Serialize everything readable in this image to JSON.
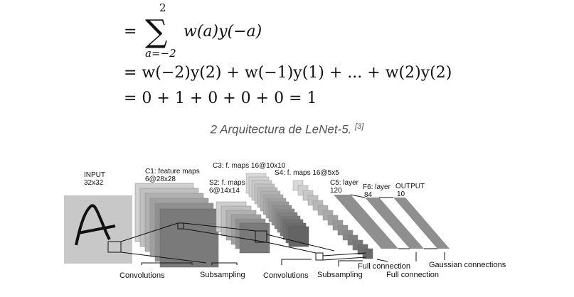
{
  "equation": {
    "line1_prefix": "=",
    "sum_upper": "2",
    "sum_lower": "a=−2",
    "line1_term": "w(a)y(−a)",
    "line2": "= w(−2)y(2) + w(−1)y(1) + ... + w(2)y(2)",
    "line3": "= 0 + 1 + 0 + 0 + 0 = 1"
  },
  "caption": {
    "text": "2 Arquitectura de LeNet-5.",
    "ref": "[3]"
  },
  "diagram": {
    "labels": {
      "input_1": "INPUT",
      "input_2": "32x32",
      "c1_1": "C1: feature maps",
      "c1_2": "6@28x28",
      "s2_1": "S2: f. maps",
      "s2_2": "6@14x14",
      "c3": "C3: f. maps 16@10x10",
      "s4": "S4: f. maps 16@5x5",
      "c5_1": "C5: layer",
      "c5_2": "120",
      "f6_1": "F6: layer",
      "f6_2": "84",
      "out_1": "OUTPUT",
      "out_2": "10"
    },
    "bottom_labels": {
      "conv1": "Convolutions",
      "sub1": "Subsampling",
      "conv2": "Convolutions",
      "sub2": "Subsampling",
      "full1": "Full connection",
      "full2": "Full connection",
      "gauss": "Gaussian connections"
    }
  }
}
